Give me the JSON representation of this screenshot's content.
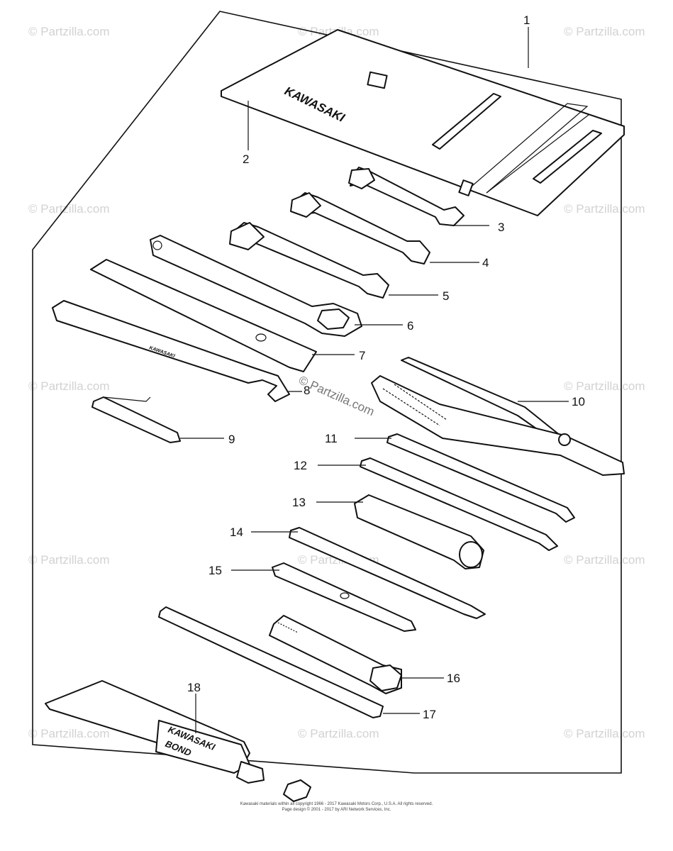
{
  "callouts": [
    {
      "id": "1",
      "label": "1"
    },
    {
      "id": "2",
      "label": "2"
    },
    {
      "id": "3",
      "label": "3"
    },
    {
      "id": "4",
      "label": "4"
    },
    {
      "id": "5",
      "label": "5"
    },
    {
      "id": "6",
      "label": "6"
    },
    {
      "id": "7",
      "label": "7"
    },
    {
      "id": "8",
      "label": "8"
    },
    {
      "id": "9",
      "label": "9"
    },
    {
      "id": "10",
      "label": "10"
    },
    {
      "id": "11",
      "label": "11"
    },
    {
      "id": "12",
      "label": "12"
    },
    {
      "id": "13",
      "label": "13"
    },
    {
      "id": "14",
      "label": "14"
    },
    {
      "id": "15",
      "label": "15"
    },
    {
      "id": "16",
      "label": "16"
    },
    {
      "id": "17",
      "label": "17"
    },
    {
      "id": "18",
      "label": "18"
    }
  ],
  "brand": {
    "pouch_logo": "KAWASAKI",
    "wrench_logo": "KAWASAKI",
    "tube_line1": "KAWASAKI",
    "tube_line2": "BOND"
  },
  "watermark": {
    "text": "© Partzilla.com",
    "center_text": "© Partzilla.com"
  },
  "copyright": {
    "line1": "Kawasaki materials within all copyright 1966 - 2017 Kawasaki Motors Corp., U.S.A. All rights reserved.",
    "line2": "Page design © 2001 - 2017 by ARI Network Services, Inc."
  }
}
